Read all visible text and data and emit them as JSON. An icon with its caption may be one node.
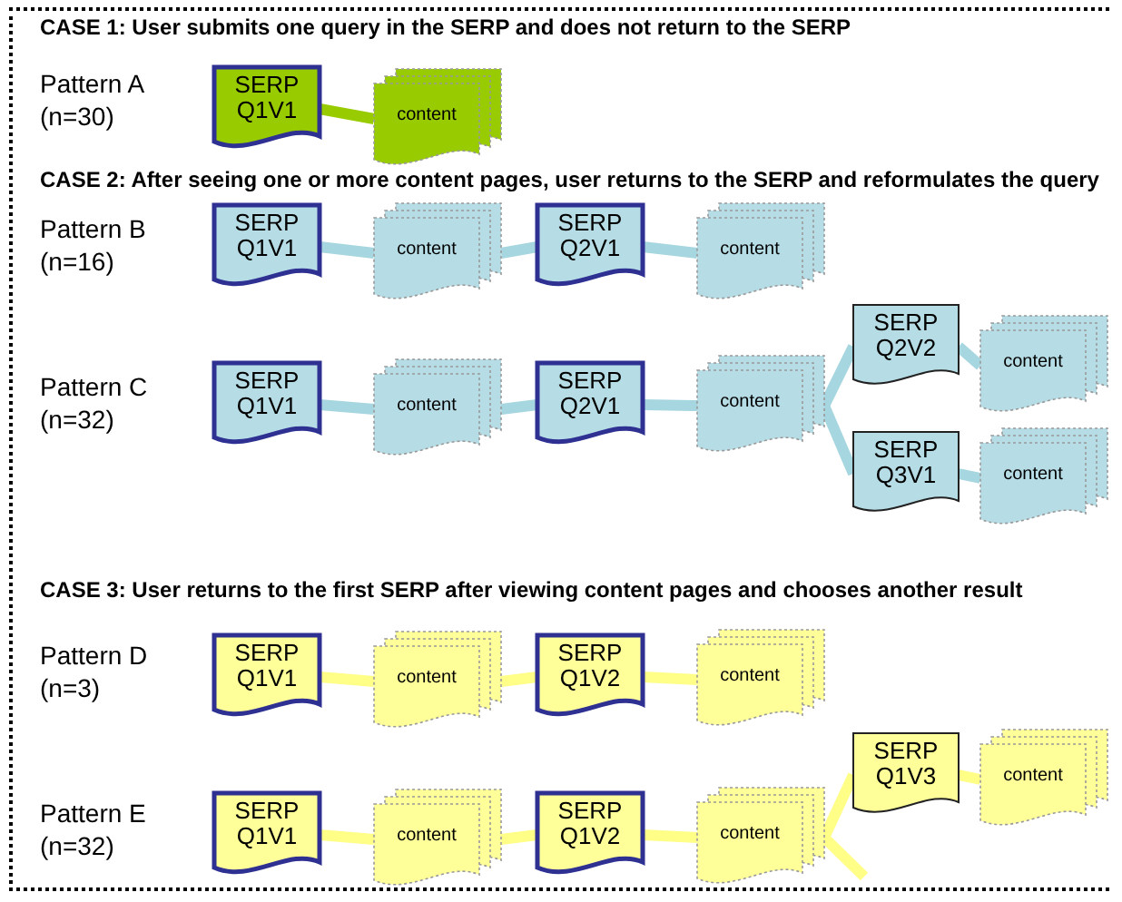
{
  "diagram": {
    "nodes": [
      {
        "text": [
          "SERP Q1V1"
        ]
      },
      {
        "text": [
          "content"
        ]
      },
      {
        "text": [
          "SERP Q1V1"
        ]
      },
      {
        "text": [
          "content"
        ]
      },
      {
        "text": [
          "SERP Q2V1"
        ]
      },
      {
        "text": [
          "content"
        ]
      },
      {
        "text": [
          "SERP Q1V1"
        ]
      },
      {
        "text": [
          "content"
        ]
      },
      {
        "text": [
          "SERP Q2V1"
        ]
      },
      {
        "text": [
          "content"
        ]
      },
      {
        "text": [
          "SERP Q2V2"
        ]
      },
      {
        "text": [
          "content"
        ]
      },
      {
        "text": [
          "SERP Q3V1"
        ]
      },
      {
        "text": [
          "content"
        ]
      },
      {
        "text": [
          "SERP Q1V1"
        ]
      },
      {
        "text": [
          "content"
        ]
      },
      {
        "text": [
          "SERP Q1V2"
        ]
      },
      {
        "text": [
          "content"
        ]
      },
      {
        "text": [
          "SERP Q1V1"
        ]
      },
      {
        "text": [
          "content"
        ]
      },
      {
        "text": [
          "SERP Q1V2"
        ]
      },
      {
        "text": [
          "content"
        ]
      },
      {
        "text": [
          "SERP Q1V3"
        ]
      },
      {
        "text": [
          "content"
        ]
      }
    ],
    "edges": [
      {
        "from": 0,
        "to": 1,
        "arrow": "none",
        "color": "#99cc00"
      },
      {
        "from": 2,
        "to": 3,
        "arrow": "none"
      },
      {
        "from": 3,
        "to": 4,
        "arrow": "none"
      },
      {
        "from": 4,
        "to": 5,
        "arrow": "none"
      },
      {
        "from": 6,
        "to": 7,
        "arrow": "none"
      },
      {
        "from": 7,
        "to": 8,
        "arrow": "none"
      },
      {
        "from": 8,
        "to": 9,
        "arrow": "none"
      },
      {
        "from": 9,
        "to": 10,
        "arrow": "none"
      },
      {
        "from": 10,
        "to": 11,
        "arrow": "none"
      },
      {
        "from": 9,
        "to": 12,
        "arrow": "none"
      },
      {
        "from": 12,
        "to": 13,
        "arrow": "none"
      },
      {
        "from": 14,
        "to": 15,
        "arrow": "none",
        "color": "#ffff88"
      },
      {
        "from": 15,
        "to": 16,
        "arrow": "none",
        "color": "#ffff88"
      },
      {
        "from": 16,
        "to": 17,
        "arrow": "none",
        "color": "#ffff88"
      },
      {
        "from": 18,
        "to": 19,
        "arrow": "none",
        "color": "#ffff88"
      },
      {
        "from": 19,
        "to": 20,
        "arrow": "none",
        "color": "#ffff88"
      },
      {
        "from": 20,
        "to": 21,
        "arrow": "none",
        "color": "#ffff88"
      },
      {
        "from": 21,
        "to": 22,
        "arrow": "none",
        "color": "#ffff88"
      },
      {
        "from": 22,
        "to": 23,
        "arrow": "none",
        "color": "#ffff88"
      },
      {
        "from": 21,
        "to": null,
        "arrow": "none",
        "color": "#ffff88"
      }
    ],
    "labels": [
      "CASE 1: User submits one query in the SERP and does not return to the SERP",
      "Pattern A",
      "(n=30)",
      "CASE 2: After seeing one or more content pages, user returns to the SERP and reformulates the query",
      "Pattern B",
      "(n=16)",
      "Pattern C",
      "(n=32)",
      "CASE 3: User returns to the first SERP after viewing content pages and chooses another result",
      "Pattern D",
      "(n=3)",
      "Pattern E",
      "(n=32)"
    ]
  }
}
